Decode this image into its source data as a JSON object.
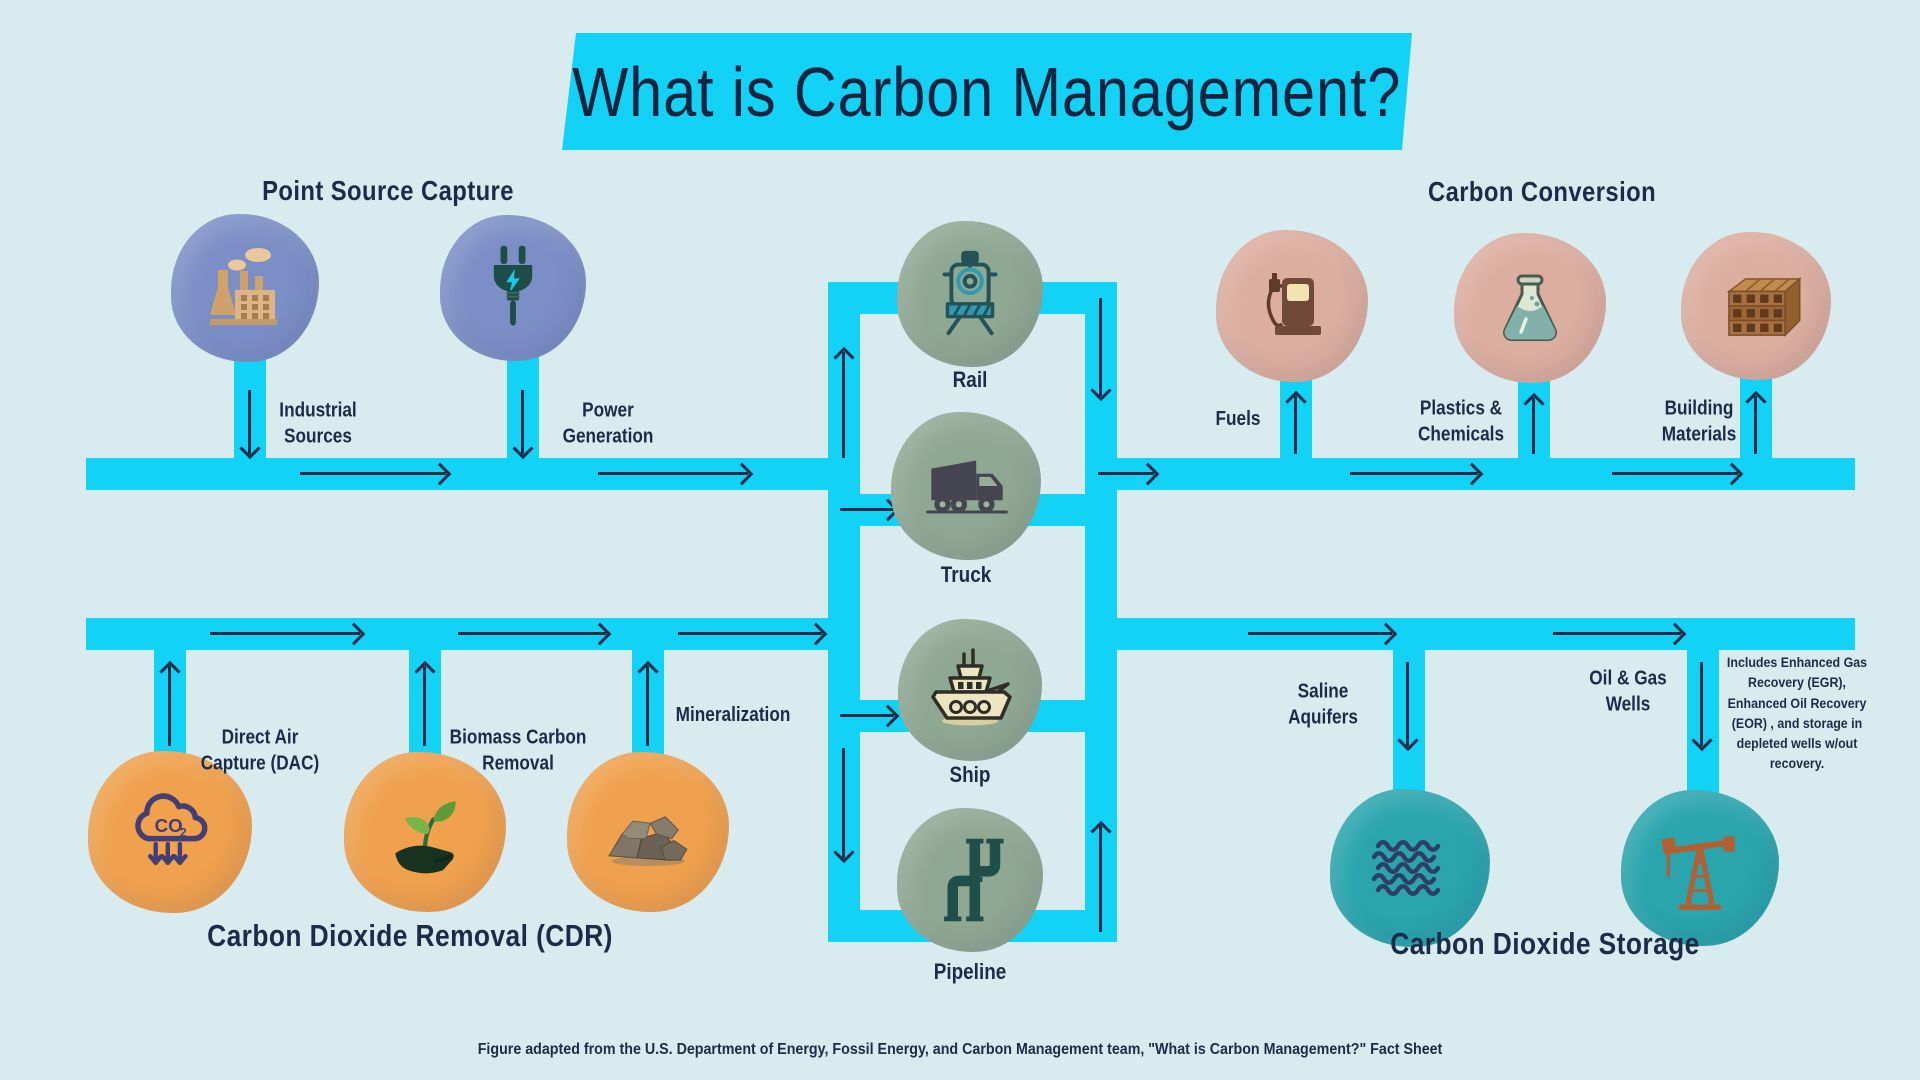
{
  "title": "What is Carbon Management?",
  "footer": "Figure adapted from the U.S. Department of Energy, Fossil Energy, and Carbon Management team, \"What is Carbon Management?\" Fact Sheet",
  "sections": {
    "point_source_capture": {
      "heading": "Point Source Capture",
      "items": [
        {
          "label": "Industrial Sources",
          "icon": "factory-icon"
        },
        {
          "label": "Power Generation",
          "icon": "power-plug-icon"
        }
      ]
    },
    "carbon_conversion": {
      "heading": "Carbon Conversion",
      "items": [
        {
          "label": "Fuels",
          "icon": "fuel-pump-icon"
        },
        {
          "label": "Plastics & Chemicals",
          "icon": "flask-icon"
        },
        {
          "label": "Building Materials",
          "icon": "bricks-icon"
        }
      ]
    },
    "carbon_dioxide_removal": {
      "heading": "Carbon Dioxide Removal (CDR)",
      "items": [
        {
          "label": "Direct Air Capture (DAC)",
          "icon": "co2-cloud-icon"
        },
        {
          "label": "Biomass Carbon Removal",
          "icon": "seedling-icon"
        },
        {
          "label": "Mineralization",
          "icon": "rocks-icon"
        }
      ]
    },
    "carbon_dioxide_storage": {
      "heading": "Carbon Dioxide Storage",
      "items": [
        {
          "label": "Saline Aquifers",
          "icon": "waves-icon"
        },
        {
          "label": "Oil & Gas Wells",
          "icon": "pumpjack-icon"
        }
      ],
      "note": "Includes Enhanced Gas Recovery (EGR), Enhanced Oil Recovery (EOR) , and storage in depleted wells w/out recovery."
    },
    "transport": {
      "items": [
        {
          "label": "Rail",
          "icon": "train-icon"
        },
        {
          "label": "Truck",
          "icon": "truck-icon"
        },
        {
          "label": "Ship",
          "icon": "ship-icon"
        },
        {
          "label": "Pipeline",
          "icon": "pipeline-icon"
        }
      ]
    }
  },
  "colors": {
    "background": "#d8ecef",
    "pipe": "#12d2f5",
    "ink": "#1b2b4a",
    "node_blue": "#7b8fc6",
    "node_green": "#8fa893",
    "node_pink": "#dcae9f",
    "node_orange": "#f0a14d",
    "node_teal": "#2aa5ad"
  }
}
